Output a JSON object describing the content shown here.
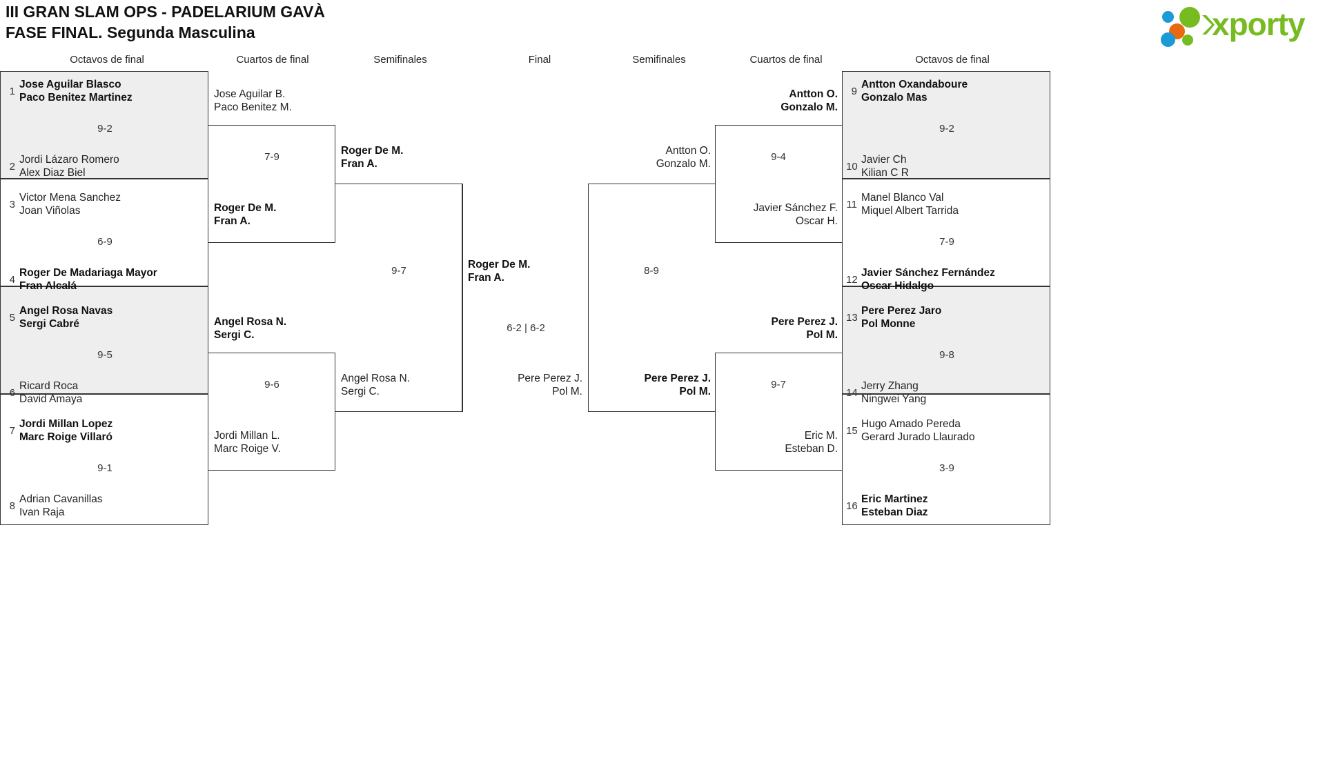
{
  "header": {
    "title_line1": "III GRAN SLAM OPS - PADELARIUM GAVÀ",
    "title_line2": "FASE FINAL. Segunda Masculina",
    "logo_text": "xporty",
    "logo_colors": {
      "green": "#76bc21",
      "blue": "#1b9ad6",
      "orange": "#e8690f"
    }
  },
  "round_headers": {
    "left_r16": "Octavos de final",
    "left_qf": "Cuartos de final",
    "left_sf": "Semifinales",
    "final": "Final",
    "right_sf": "Semifinales",
    "right_qf": "Cuartos de final",
    "right_r16": "Octavos de final"
  },
  "left": {
    "round16": [
      {
        "score": "9-2",
        "top": {
          "seed": "1",
          "p1": "Jose Aguilar Blasco",
          "p2": "Paco Benitez Martinez",
          "winner": true
        },
        "bottom": {
          "seed": "2",
          "p1": "Jordi Lázaro Romero",
          "p2": "Alex Diaz Biel",
          "winner": false
        }
      },
      {
        "score": "6-9",
        "top": {
          "seed": "3",
          "p1": "Victor Mena Sanchez",
          "p2": "Joan Viñolas",
          "winner": false
        },
        "bottom": {
          "seed": "4",
          "p1": "Roger De Madariaga Mayor",
          "p2": "Fran Alcalá",
          "winner": true
        }
      },
      {
        "score": "9-5",
        "top": {
          "seed": "5",
          "p1": "Angel Rosa Navas",
          "p2": "Sergi Cabré",
          "winner": true
        },
        "bottom": {
          "seed": "6",
          "p1": "Ricard Roca",
          "p2": "David Amaya",
          "winner": false
        }
      },
      {
        "score": "9-1",
        "top": {
          "seed": "7",
          "p1": "Jordi Millan Lopez",
          "p2": "Marc Roige Villaró",
          "winner": true
        },
        "bottom": {
          "seed": "8",
          "p1": "Adrian Cavanillas",
          "p2": "Ivan Raja",
          "winner": false
        }
      }
    ],
    "quarters": [
      {
        "score": "7-9",
        "top": {
          "p1": "Jose Aguilar B.",
          "p2": "Paco Benitez M.",
          "winner": false
        },
        "bottom": {
          "p1": "Roger De M.",
          "p2": "Fran A.",
          "winner": true
        }
      },
      {
        "score": "9-6",
        "top": {
          "p1": "Angel Rosa N.",
          "p2": "Sergi C.",
          "winner": true
        },
        "bottom": {
          "p1": "Jordi Millan L.",
          "p2": "Marc Roige V.",
          "winner": false
        }
      }
    ],
    "semis": [
      {
        "score": "9-7",
        "top": {
          "p1": "Roger De M.",
          "p2": "Fran A.",
          "winner": true
        },
        "bottom": {
          "p1": "Angel Rosa N.",
          "p2": "Sergi C.",
          "winner": false
        }
      }
    ]
  },
  "final": {
    "score": "6-2 | 6-2",
    "top": {
      "p1": "Roger De M.",
      "p2": "Fran A.",
      "winner": true
    },
    "bottom": {
      "p1": "Pere Perez J.",
      "p2": "Pol M.",
      "winner": false
    }
  },
  "right": {
    "round16": [
      {
        "score": "9-2",
        "top": {
          "seed": "9",
          "p1": "Antton Oxandaboure",
          "p2": "Gonzalo Mas",
          "winner": true
        },
        "bottom": {
          "seed": "10",
          "p1": "Javier Ch",
          "p2": "Kilian C R",
          "winner": false
        }
      },
      {
        "score": "7-9",
        "top": {
          "seed": "11",
          "p1": "Manel Blanco Val",
          "p2": "Miquel Albert Tarrida",
          "winner": false
        },
        "bottom": {
          "seed": "12",
          "p1": "Javier Sánchez Fernández",
          "p2": "Oscar Hidalgo",
          "winner": true
        }
      },
      {
        "score": "9-8",
        "top": {
          "seed": "13",
          "p1": "Pere Perez Jaro",
          "p2": "Pol Monne",
          "winner": true
        },
        "bottom": {
          "seed": "14",
          "p1": "Jerry Zhang",
          "p2": "Ningwei Yang",
          "winner": false
        }
      },
      {
        "score": "3-9",
        "top": {
          "seed": "15",
          "p1": "Hugo Amado Pereda",
          "p2": "Gerard Jurado Llaurado",
          "winner": false
        },
        "bottom": {
          "seed": "16",
          "p1": "Eric Martinez",
          "p2": "Esteban Diaz",
          "winner": true
        }
      }
    ],
    "quarters": [
      {
        "score": "9-4",
        "top": {
          "p1": "Antton O.",
          "p2": "Gonzalo M.",
          "winner": true
        },
        "bottom": {
          "p1": "Javier Sánchez F.",
          "p2": "Oscar H.",
          "winner": false
        }
      },
      {
        "score": "9-7",
        "top": {
          "p1": "Pere Perez J.",
          "p2": "Pol M.",
          "winner": true
        },
        "bottom": {
          "p1": "Eric M.",
          "p2": "Esteban D.",
          "winner": false
        }
      }
    ],
    "semis": [
      {
        "score": "8-9",
        "top": {
          "p1": "Antton O.",
          "p2": "Gonzalo M.",
          "winner": false
        },
        "bottom": {
          "p1": "Pere Perez J.",
          "p2": "Pol M.",
          "winner": true
        }
      }
    ]
  }
}
